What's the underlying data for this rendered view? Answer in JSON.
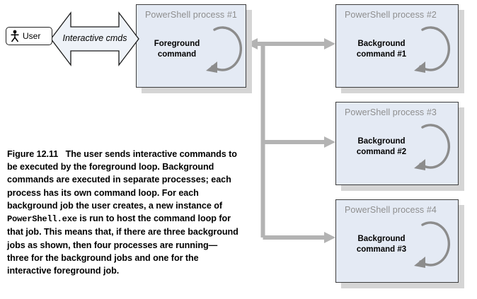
{
  "figure": {
    "id": "figure-12-11",
    "caption_label": "Figure 12.11",
    "caption_text_1": "The user sends interactive commands to be executed by the foreground loop. Background commands are executed in separate processes; each process has its own command loop. For each background job the user creates, a new instance of ",
    "caption_mono": "PowerShell.exe",
    "caption_text_2": " is run to host the command loop for that job. This means that, if there are three background jobs as shown, then four processes are running—three for the background jobs and one for the interactive foreground job."
  },
  "actor": {
    "label": "User",
    "icon": "stick-figure-person-icon"
  },
  "interaction": {
    "label": "Interactive cmds",
    "direction": "bidirectional"
  },
  "processes": [
    {
      "title": "PowerShell process #1",
      "command": "Foreground\ncommand",
      "role": "foreground"
    },
    {
      "title": "PowerShell process #2",
      "command": "Background\ncommand #1",
      "role": "background"
    },
    {
      "title": "PowerShell process #3",
      "command": "Background\ncommand #2",
      "role": "background"
    },
    {
      "title": "PowerShell process #4",
      "command": "Background\ncommand #3",
      "role": "background"
    }
  ],
  "colors": {
    "box_fill": "#e4eaf4",
    "box_border": "#3d3d3d",
    "shadow": "#d5d5d5",
    "title_text": "#8e8e8e",
    "connector": "#b3b3b3",
    "loop_arrow": "#8c8c8c",
    "background": "#ffffff"
  }
}
